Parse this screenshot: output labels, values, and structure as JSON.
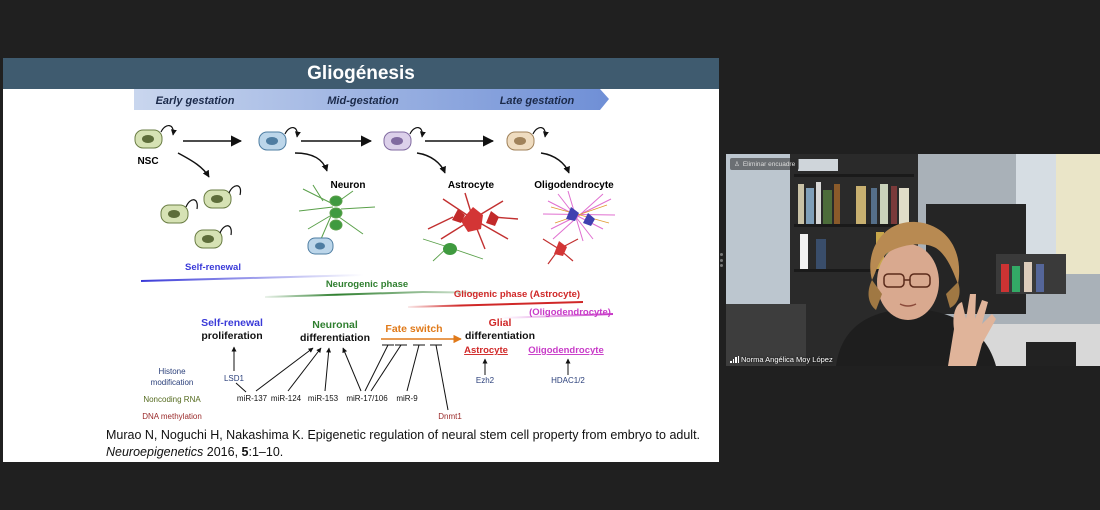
{
  "slide": {
    "title": "Gliogénesis",
    "stages": [
      "Early gestation",
      "Mid-gestation",
      "Late gestation"
    ],
    "cells": {
      "nsc": "NSC",
      "neuron": "Neuron",
      "astrocyte": "Astrocyte",
      "oligodendrocyte": "Oligodendrocyte"
    },
    "phases": {
      "self_renewal": "Self-renewal",
      "neurogenic": "Neurogenic phase",
      "gliogenic_astro": "Gliogenic phase (Astrocyte)",
      "gliogenic_oligo": "(Oligodendrocyte)"
    },
    "processes": {
      "self_renewal_prolif_1": "Self-renewal",
      "self_renewal_prolif_2": "proliferation",
      "neuronal_diff_1": "Neuronal",
      "neuronal_diff_2": "differentiation",
      "fate_switch": "Fate switch",
      "glial_diff_1": "Glial",
      "glial_diff_2": "differentiation",
      "astrocyte": "Astrocyte",
      "oligodendrocyte": "Oligodendrocyte"
    },
    "mechanisms": {
      "histone_1": "Histone",
      "histone_2": "modification",
      "noncoding": "Noncoding RNA",
      "dna_methylation": "DNA methylation"
    },
    "regulators": {
      "lsd1": "LSD1",
      "mir137": "miR-137",
      "mir124": "miR-124",
      "mir153": "miR-153",
      "mir17": "miR-17/106",
      "mir9": "miR-9",
      "dnmt1": "Dnmt1",
      "ezh2": "Ezh2",
      "hdac": "HDAC1/2"
    },
    "citation": {
      "authors": "Murao N, Noguchi H, Nakashima K. Epigenetic regulation of neural stem cell property from embryo to adult. ",
      "journal": "Neuroepigenetics",
      "year": " 2016, ",
      "volume": "5",
      "pages": ":1–10."
    }
  },
  "video": {
    "participant_name": "Norma Angélica Moy López",
    "chip_label": "Eliminar encuadre"
  },
  "colors": {
    "slide_title_bg": "#3f5b6f",
    "self_renewal": "#3a3ad8",
    "neurogenic": "#2f7f2f",
    "gliogenic": "#d02828",
    "oligo": "#c83ac8",
    "fate_switch": "#e07a1a"
  }
}
